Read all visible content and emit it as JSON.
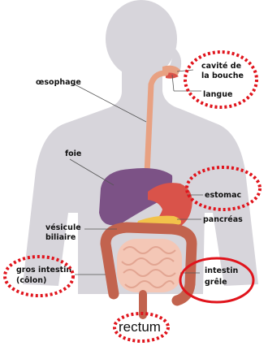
{
  "labels": {
    "oesophage": "œsophage",
    "cavite_line1": "cavité de",
    "cavite_line2": "la bouche",
    "langue": "langue",
    "foie": "foie",
    "estomac": "estomac",
    "pancreas": "pancréas",
    "vesicule_line1": "vésicule",
    "vesicule_line2": "biliaire",
    "gros_intestin_line1": "gros intestin",
    "gros_intestin_line2": "(côlon)",
    "intestin_grele_line1": "intestin",
    "intestin_grele_line2": "grêle",
    "rectum": "rectum"
  },
  "colors": {
    "body": "#d7d5db",
    "esophagus": "#e8a182",
    "liver": "#7c5286",
    "stomach": "#d9534a",
    "pancreas": "#f2c24a",
    "gallbladder": "#6ea948",
    "colon": "#c2634e",
    "small_intestine": "#f4c7b6",
    "highlight": "#e0141c"
  }
}
